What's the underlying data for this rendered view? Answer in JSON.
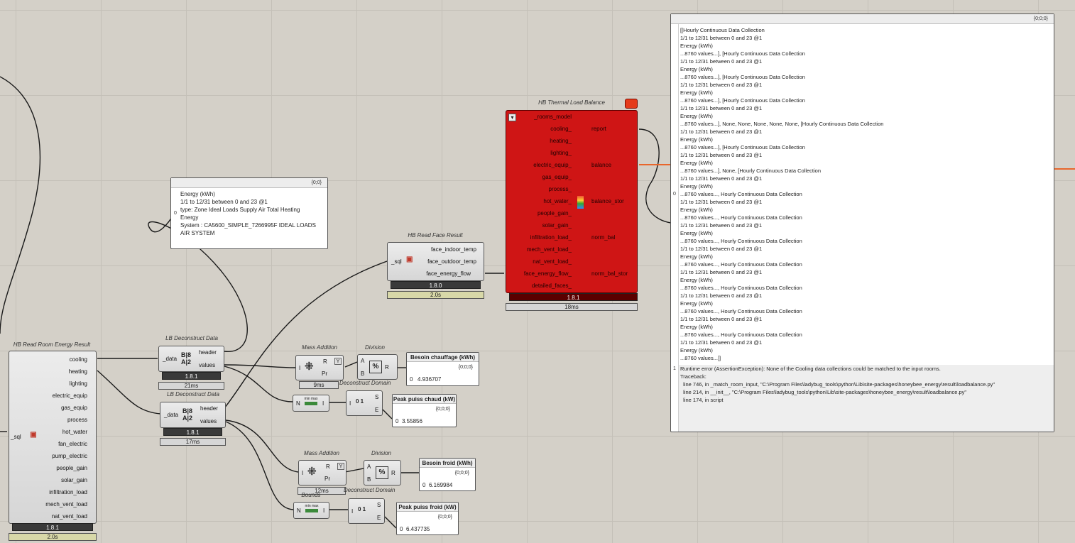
{
  "hb_room_result": {
    "title": "HB Read Room Energy Result",
    "input": "_sql",
    "outputs": [
      "cooling",
      "heating",
      "lighting",
      "electric_equip",
      "gas_equip",
      "process",
      "hot_water",
      "fan_electric",
      "pump_electric",
      "people_gain",
      "solar_gain",
      "infiltration_load",
      "mech_vent_load",
      "nat_vent_load"
    ],
    "version": "1.8.1",
    "time": "2.0s"
  },
  "deconstruct_1": {
    "title": "LB Deconstruct Data",
    "input": "_data",
    "outputs": [
      "header",
      "values"
    ],
    "version": "1.8.1",
    "time": "21ms"
  },
  "deconstruct_2": {
    "title": "LB Deconstruct Data",
    "input": "_data",
    "outputs": [
      "header",
      "values"
    ],
    "version": "1.8.1",
    "time": "17ms"
  },
  "panel_header": {
    "path": "{0;0}",
    "index": "0",
    "lines": [
      "Energy (kWh)",
      "1/1 to 12/31 between 0 and 23 @1",
      "type: Zone Ideal Loads Supply Air Total Heating",
      "Energy",
      "System : CA5600_SIMPLE_7266995F IDEAL LOADS",
      "AIR SYSTEM"
    ]
  },
  "face_result": {
    "title": "HB Read Face Result",
    "input": "_sql",
    "outputs": [
      "face_indoor_temp",
      "face_outdoor_temp",
      "face_energy_flow"
    ],
    "version": "1.8.0",
    "time": "2.0s"
  },
  "thermal": {
    "title": "HB Thermal Load Balance",
    "inputs": [
      "_rooms_model",
      "cooling_",
      "heating_",
      "lighting_",
      "electric_equip_",
      "gas_equip_",
      "process_",
      "hot_water_",
      "people_gain_",
      "solar_gain_",
      "infiltration_load_",
      "mech_vent_load_",
      "nat_vent_load_",
      "face_energy_flow_",
      "detailed_faces_"
    ],
    "outputs": [
      "report",
      "balance",
      "balance_stor",
      "norm_bal",
      "norm_bal_stor"
    ],
    "version": "1.8.1",
    "time": "18ms"
  },
  "report_panel": {
    "path": "{0;0;0}",
    "index0": "0",
    "index1": "1",
    "lines": [
      "[[Hourly Continuous Data Collection",
      "1/1 to 12/31 between 0 and 23 @1",
      "Energy (kWh)",
      "...8760 values...], [Hourly Continuous Data Collection",
      "1/1 to 12/31 between 0 and 23 @1",
      "Energy (kWh)",
      "...8760 values...], [Hourly Continuous Data Collection",
      "1/1 to 12/31 between 0 and 23 @1",
      "Energy (kWh)",
      "...8760 values...], [Hourly Continuous Data Collection",
      "1/1 to 12/31 between 0 and 23 @1",
      "Energy (kWh)",
      "...8760 values...], None, None, None, None, None, [Hourly Continuous Data Collection",
      "1/1 to 12/31 between 0 and 23 @1",
      "Energy (kWh)",
      "...8760 values...], [Hourly Continuous Data Collection",
      "1/1 to 12/31 between 0 and 23 @1",
      "Energy (kWh)",
      "...8760 values...], None, [Hourly Continuous Data Collection",
      "1/1 to 12/31 between 0 and 23 @1",
      "Energy (kWh)",
      "...8760 values..., Hourly Continuous Data Collection",
      "1/1 to 12/31 between 0 and 23 @1",
      "Energy (kWh)",
      "...8760 values..., Hourly Continuous Data Collection",
      "1/1 to 12/31 between 0 and 23 @1",
      "Energy (kWh)",
      "...8760 values..., Hourly Continuous Data Collection",
      "1/1 to 12/31 between 0 and 23 @1",
      "Energy (kWh)",
      "...8760 values..., Hourly Continuous Data Collection",
      "1/1 to 12/31 between 0 and 23 @1",
      "Energy (kWh)",
      "...8760 values..., Hourly Continuous Data Collection",
      "1/1 to 12/31 between 0 and 23 @1",
      "Energy (kWh)",
      "...8760 values..., Hourly Continuous Data Collection",
      "1/1 to 12/31 between 0 and 23 @1",
      "Energy (kWh)",
      "...8760 values..., Hourly Continuous Data Collection",
      "1/1 to 12/31 between 0 and 23 @1",
      "Energy (kWh)",
      "...8760 values...]]"
    ],
    "error_lines": [
      "Runtime error (AssertionException): None of the Cooling data collections could be matched to the input rooms.",
      "",
      "Traceback:",
      "  line 746, in _match_room_input, \"C:\\Program Files\\ladybug_tools\\python\\Lib\\site-packages\\honeybee_energy\\result\\loadbalance.py\"",
      "  line 214, in __init__, \"C:\\Program Files\\ladybug_tools\\python\\Lib\\site-packages\\honeybee_energy\\result\\loadbalance.py\"",
      "  line 174, in script"
    ]
  },
  "mass_add_1": {
    "title": "Mass Addition",
    "in": "I",
    "out1": "R",
    "out2": "Pr",
    "time": "9ms"
  },
  "mass_add_2": {
    "title": "Mass Addition",
    "in": "I",
    "out1": "R",
    "out2": "Pr",
    "time": "12ms"
  },
  "division_1": {
    "title": "Division",
    "in1": "A",
    "in2": "B",
    "out": "R"
  },
  "division_2": {
    "title": "Division",
    "in1": "A",
    "in2": "B",
    "out": "R"
  },
  "bounds_1": {
    "in": "N",
    "out": "I",
    "min": "min",
    "max": "max"
  },
  "bounds_2": {
    "title": "Bounds",
    "in": "N",
    "out": "I",
    "min": "min",
    "max": "max"
  },
  "domain_1": {
    "title": "Deconstruct Domain",
    "in": "I",
    "out1": "S",
    "out2": "E",
    "glyph": "0 1"
  },
  "domain_2": {
    "title": "Deconstruct Domain",
    "in": "I",
    "out1": "S",
    "out2": "E",
    "glyph": "0 1"
  },
  "panels": [
    {
      "title": "Besoin chauffage (kWh)",
      "path": "{0;0;0}",
      "index": "0",
      "value": "4.936707"
    },
    {
      "title": "Peak puiss chaud (kW)",
      "path": "{0;0;0}",
      "index": "0",
      "value": "3.55856"
    },
    {
      "title": "Besoin froid (kWh)",
      "path": "{0;0;0}",
      "index": "0",
      "value": "6.169984"
    },
    {
      "title": "Peak puiss froid (kW)",
      "path": "{0;0;0}",
      "index": "0",
      "value": "6.437735"
    }
  ],
  "colors": {
    "canvas": "#d4d0c8",
    "error_component": "#cf1515",
    "wire": "#1a1a1a",
    "error_wire": "#e8662c"
  }
}
